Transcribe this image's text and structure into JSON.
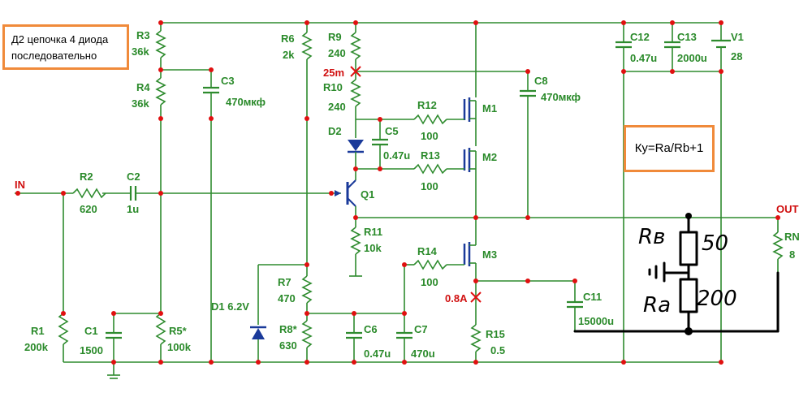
{
  "notes": {
    "diode_chain": [
      "Д2 цепочка 4 диода",
      "последовательно"
    ],
    "gain_formula": "Ку=Ra/Rb+1"
  },
  "components": {
    "R1": {
      "name": "R1",
      "value": "200k"
    },
    "R2": {
      "name": "R2",
      "value": "620"
    },
    "R3": {
      "name": "R3",
      "value": "36k"
    },
    "R4": {
      "name": "R4",
      "value": "36k"
    },
    "R5": {
      "name": "R5*",
      "value": "100k"
    },
    "R6": {
      "name": "R6",
      "value": "2k"
    },
    "R7": {
      "name": "R7",
      "value": "470"
    },
    "R8": {
      "name": "R8*",
      "value": "630"
    },
    "R9": {
      "name": "R9",
      "value": "240"
    },
    "R10": {
      "name": "R10",
      "value": "240"
    },
    "R11": {
      "name": "R11",
      "value": "10k"
    },
    "R12": {
      "name": "R12",
      "value": "100"
    },
    "R13": {
      "name": "R13",
      "value": "100"
    },
    "R14": {
      "name": "R14",
      "value": "100"
    },
    "R15": {
      "name": "R15",
      "value": "0.5"
    },
    "RN": {
      "name": "RN",
      "value": "8"
    },
    "C1": {
      "name": "C1",
      "value": "1500"
    },
    "C2": {
      "name": "C2",
      "value": "1u"
    },
    "C3": {
      "name": "C3",
      "value": "470мкф"
    },
    "C5": {
      "name": "C5",
      "value": "0.47u"
    },
    "C6": {
      "name": "C6",
      "value": "0.47u"
    },
    "C7": {
      "name": "C7",
      "value": "470u"
    },
    "C8": {
      "name": "C8",
      "value": "470мкф"
    },
    "C11": {
      "name": "C11",
      "value": "15000u"
    },
    "C12": {
      "name": "C12",
      "value": "0.47u"
    },
    "C13": {
      "name": "C13",
      "value": "2000u"
    },
    "V1": {
      "name": "V1",
      "value": "28"
    },
    "D1": {
      "name": "D1 6.2V"
    },
    "D2": {
      "name": "D2"
    },
    "Q1": {
      "name": "Q1"
    },
    "M1": {
      "name": "M1"
    },
    "M2": {
      "name": "M2"
    },
    "M3": {
      "name": "M3"
    }
  },
  "ports": {
    "in": "IN",
    "out": "OUT"
  },
  "measurements": {
    "m1": "25m",
    "m2": "0.8A"
  },
  "handwritten": {
    "rb_label": "Rв",
    "rb_value": "50",
    "ra_label": "Ra",
    "ra_value": "200"
  },
  "colors": {
    "wire": "#2e8b2e",
    "node": "#e01010",
    "note_border": "#f08a3a",
    "label": "#2a8a2a"
  }
}
